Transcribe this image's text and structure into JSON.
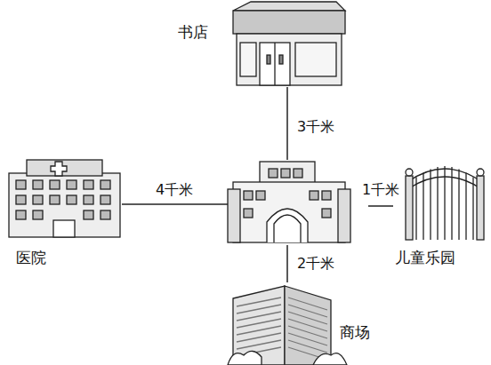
{
  "diagram": {
    "nodes": [
      {
        "text": [
          "书店"
        ]
      },
      {
        "text": [
          "医院"
        ]
      },
      {
        "text": [
          "儿童乐园"
        ]
      },
      {
        "text": [
          "商场"
        ]
      }
    ],
    "labels": [
      "3千米",
      "4千米",
      "1千米",
      "2千米"
    ]
  }
}
